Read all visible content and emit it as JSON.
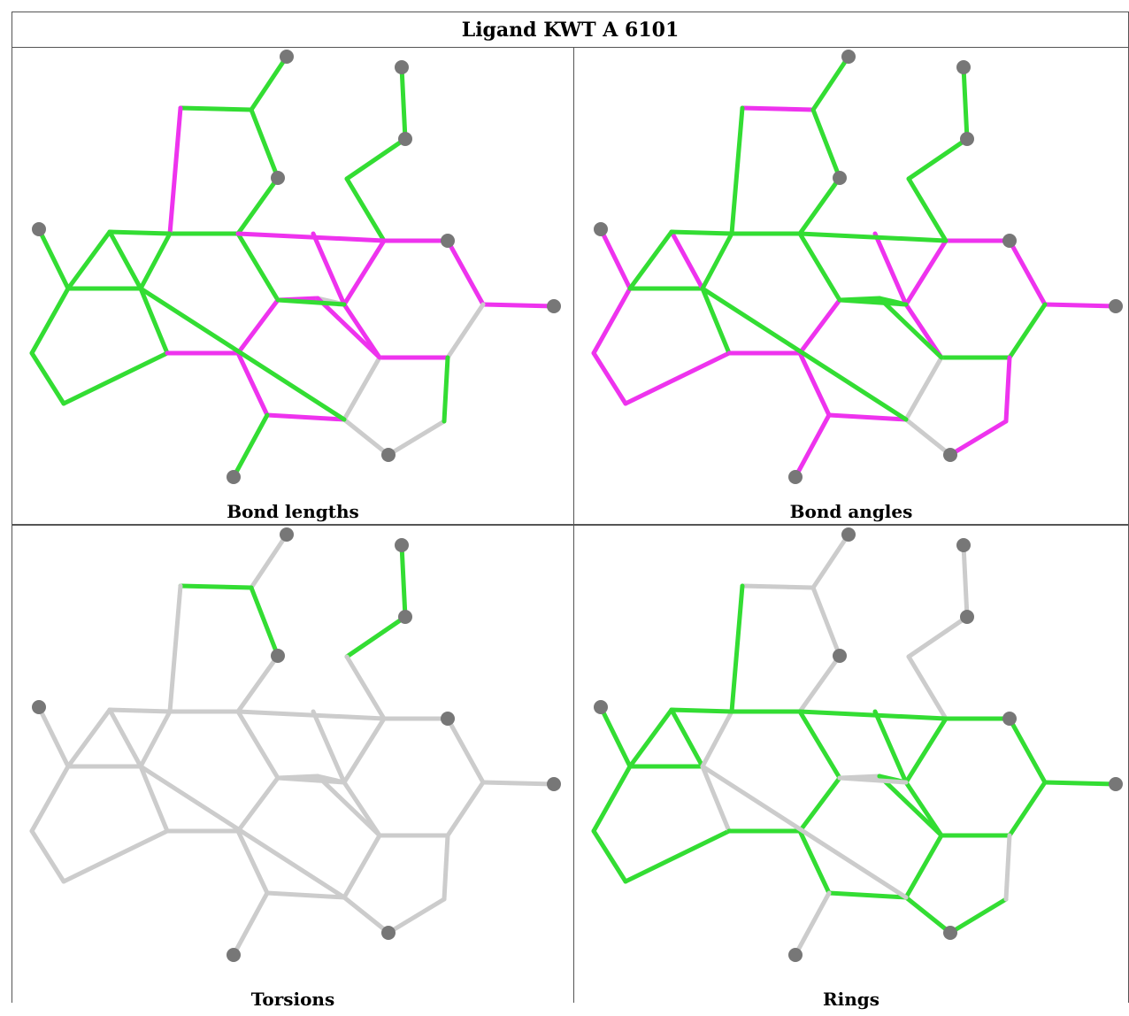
{
  "title": "Ligand KWT A 6101",
  "panels": [
    {
      "caption": "Bond lengths",
      "colors": {
        "bc": "#33dd33",
        "cd": "#33dd33",
        "dg": "#33dd33",
        "gh": "#33dd33",
        "hi": "#33dd33",
        "ik": "#33dd33",
        "km": "#33dd33",
        "cb": "#33dd33",
        "bE": "#33dd33",
        "aa": "#33dd33",
        "ab": "#33dd33",
        "ac": "#33dd33",
        "ad": "#33dd33",
        "ae": "#33dd33",
        "af": "#33dd33",
        "ag": "#33dd33",
        "ah": "#33dd33",
        "ai": "#33dd33",
        "aj": "#33dd33",
        "ak": "#33dd33",
        "al": "#ee33ee",
        "am": "#ee33ee",
        "an": "#cccccc",
        "ao": "#ee33ee",
        "ap": "#ee33ee",
        "aq": "#ee33ee",
        "ar": "#ee33ee",
        "as": "#ee33ee",
        "at": "#cccccc",
        "au": "#ee33ee",
        "av": "#ee33ee",
        "aw": "#ee33ee",
        "ax": "#ee33ee",
        "ay": "#33dd33",
        "az": "#cccccc",
        "ba": "#cccccc",
        "bb": "#cccccc",
        "bd": "#33dd33",
        "be": "#ee33ee",
        "bf": "#33dd33",
        "bg": "#ee33ee",
        "bh": "#33dd33",
        "bi": "#ee33ee",
        "bj": "#33dd33",
        "bk": "#ee33ee",
        "bl": "#33dd33"
      }
    },
    {
      "caption": "Bond angles",
      "colors": {
        "bc": "#33dd33",
        "cd": "#ee33ee",
        "dg": "#33dd33",
        "gh": "#33dd33",
        "hi": "#33dd33",
        "ik": "#33dd33",
        "km": "#33dd33",
        "cb": "#33dd33",
        "bE": "#33dd33",
        "aa": "#ee33ee",
        "ab": "#ee33ee",
        "ac": "#ee33ee",
        "ad": "#ee33ee",
        "ae": "#33dd33",
        "af": "#ee33ee",
        "ag": "#33dd33",
        "ah": "#33dd33",
        "ai": "#33dd33",
        "aj": "#33dd33",
        "ak": "#33dd33",
        "al": "#ee33ee",
        "am": "#33dd33",
        "an": "#33dd33",
        "ao": "#ee33ee",
        "ap": "#ee33ee",
        "aq": "#ee33ee",
        "ar": "#ee33ee",
        "as": "#ee33ee",
        "at": "#33dd33",
        "au": "#ee33ee",
        "av": "#33dd33",
        "aw": "#ee33ee",
        "ax": "#ee33ee",
        "ay": "#ee33ee",
        "az": "#cccccc",
        "ba": "#cccccc",
        "bb": "#ee33ee",
        "bd": "#ee33ee",
        "be": "#33dd33",
        "bf": "#33dd33",
        "bg": "#33dd33",
        "bh": "#33dd33",
        "bi": "#33dd33",
        "bj": "#33dd33",
        "bk": "#ee33ee",
        "bl": "#33dd33"
      }
    },
    {
      "caption": "Torsions",
      "colors": {
        "bc": "#cccccc",
        "cd": "#33dd33",
        "dg": "#33dd33",
        "gh": "#cccccc",
        "hi": "#33dd33",
        "ik": "#33dd33",
        "km": "#cccccc",
        "cb": "#cccccc",
        "bE": "#cccccc",
        "aa": "#cccccc",
        "ab": "#cccccc",
        "ac": "#cccccc",
        "ad": "#cccccc",
        "ae": "#cccccc",
        "af": "#cccccc",
        "ag": "#cccccc",
        "ah": "#cccccc",
        "ai": "#cccccc",
        "aj": "#cccccc",
        "ak": "#cccccc",
        "al": "#cccccc",
        "am": "#cccccc",
        "an": "#cccccc",
        "ao": "#cccccc",
        "ap": "#cccccc",
        "aq": "#cccccc",
        "ar": "#cccccc",
        "as": "#cccccc",
        "at": "#cccccc",
        "au": "#cccccc",
        "av": "#cccccc",
        "aw": "#cccccc",
        "ax": "#cccccc",
        "ay": "#cccccc",
        "az": "#cccccc",
        "ba": "#cccccc",
        "bb": "#cccccc",
        "bd": "#cccccc",
        "be": "#cccccc",
        "bf": "#cccccc",
        "bg": "#cccccc",
        "bh": "#cccccc",
        "bi": "#cccccc",
        "bj": "#cccccc",
        "bk": "#cccccc",
        "bl": "#cccccc"
      }
    },
    {
      "caption": "Rings",
      "colors": {
        "bc": "#cccccc",
        "cd": "#cccccc",
        "dg": "#cccccc",
        "gh": "#cccccc",
        "hi": "#cccccc",
        "ik": "#cccccc",
        "km": "#cccccc",
        "cb": "#cccccc",
        "bE": "#cccccc",
        "aa": "#33dd33",
        "ab": "#33dd33",
        "ac": "#33dd33",
        "ad": "#33dd33",
        "ae": "#33dd33",
        "af": "#33dd33",
        "ag": "#cccccc",
        "ah": "#cccccc",
        "ai": "#33dd33",
        "aj": "#33dd33",
        "ak": "#33dd33",
        "al": "#33dd33",
        "am": "#cccccc",
        "an": "#33dd33",
        "ao": "#33dd33",
        "ap": "#33dd33",
        "aq": "#33dd33",
        "ar": "#33dd33",
        "as": "#33dd33",
        "at": "#33dd33",
        "au": "#33dd33",
        "av": "#33dd33",
        "aw": "#33dd33",
        "ax": "#33dd33",
        "ay": "#cccccc",
        "az": "#33dd33",
        "ba": "#33dd33",
        "bb": "#33dd33",
        "bd": "#cccccc",
        "be": "#33dd33",
        "bf": "#33dd33",
        "bg": "#33dd33",
        "bh": "#33dd33",
        "bi": "#33dd33",
        "bj": "#cccccc",
        "bk": "#33dd33",
        "bl": "#cccccc"
      }
    }
  ]
}
